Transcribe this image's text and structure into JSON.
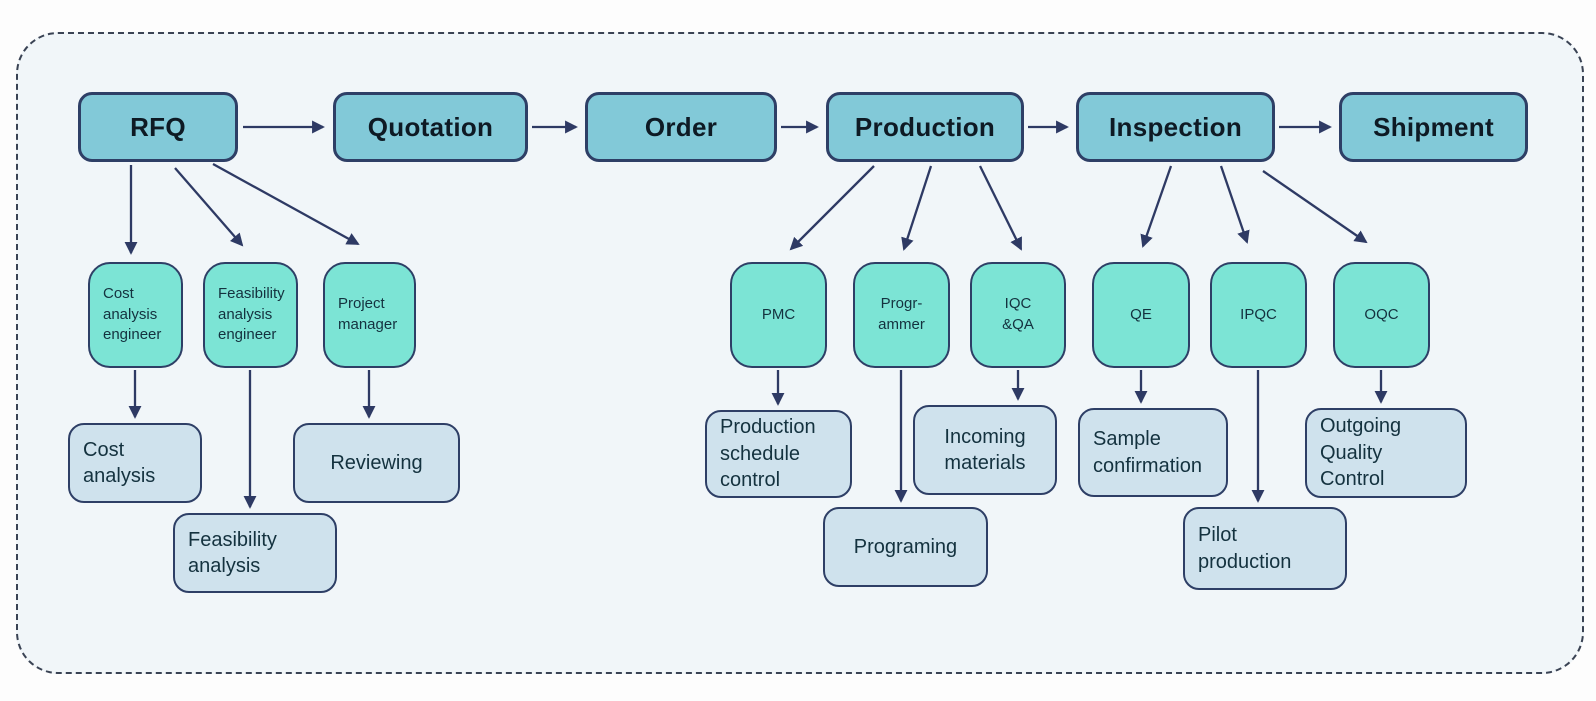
{
  "palette": {
    "page_background": "#fdfdfd",
    "background": "#f1f6f9",
    "dashed_border_color": "#3a4354",
    "stage_fill": "#82c9d8",
    "role_fill": "#7ce4d5",
    "task_fill": "#cfe2ed",
    "outline": "#2e3f66",
    "arrow": "#2e3a64",
    "stage_text": "#0e1a24",
    "node_text": "#14323f"
  },
  "stages": [
    {
      "id": "rfq",
      "label": "RFQ"
    },
    {
      "id": "quotation",
      "label": "Quotation"
    },
    {
      "id": "order",
      "label": "Order"
    },
    {
      "id": "production",
      "label": "Production"
    },
    {
      "id": "inspection",
      "label": "Inspection"
    },
    {
      "id": "shipment",
      "label": "Shipment"
    }
  ],
  "roles": [
    {
      "id": "cost-analysis-engineer",
      "label": "Cost\nanalysis\nengineer"
    },
    {
      "id": "feasibility-analysis-engineer",
      "label": "Feasibility\nanalysis\nengineer"
    },
    {
      "id": "project-manager",
      "label": "Project\nmanager"
    },
    {
      "id": "pmc",
      "label": "PMC"
    },
    {
      "id": "programmer",
      "label": "Progr-\nammer"
    },
    {
      "id": "iqc-qa",
      "label": "IQC\n&QA"
    },
    {
      "id": "qe",
      "label": "QE"
    },
    {
      "id": "ipqc",
      "label": "IPQC"
    },
    {
      "id": "oqc",
      "label": "OQC"
    }
  ],
  "tasks": [
    {
      "id": "cost-analysis",
      "label": "Cost\nanalysis"
    },
    {
      "id": "feasibility-analysis",
      "label": "Feasibility\nanalysis"
    },
    {
      "id": "reviewing",
      "label": "Reviewing"
    },
    {
      "id": "production-schedule-control",
      "label": "Production\nschedule\ncontrol"
    },
    {
      "id": "programing",
      "label": "Programing"
    },
    {
      "id": "incoming-materials",
      "label": "Incoming\nmaterials"
    },
    {
      "id": "sample-confirmation",
      "label": "Sample\nconfirmation"
    },
    {
      "id": "pilot-production",
      "label": "Pilot\nproduction"
    },
    {
      "id": "outgoing-quality-control",
      "label": "Outgoing\nQuality\nControl"
    }
  ],
  "edges": [
    {
      "from": "rfq",
      "to": "quotation"
    },
    {
      "from": "quotation",
      "to": "order"
    },
    {
      "from": "order",
      "to": "production"
    },
    {
      "from": "production",
      "to": "inspection"
    },
    {
      "from": "inspection",
      "to": "shipment"
    },
    {
      "from": "rfq",
      "to": "cost-analysis-engineer"
    },
    {
      "from": "rfq",
      "to": "feasibility-analysis-engineer"
    },
    {
      "from": "rfq",
      "to": "project-manager"
    },
    {
      "from": "production",
      "to": "pmc"
    },
    {
      "from": "production",
      "to": "programmer"
    },
    {
      "from": "production",
      "to": "iqc-qa"
    },
    {
      "from": "inspection",
      "to": "qe"
    },
    {
      "from": "inspection",
      "to": "ipqc"
    },
    {
      "from": "inspection",
      "to": "oqc"
    },
    {
      "from": "cost-analysis-engineer",
      "to": "cost-analysis"
    },
    {
      "from": "feasibility-analysis-engineer",
      "to": "feasibility-analysis"
    },
    {
      "from": "project-manager",
      "to": "reviewing"
    },
    {
      "from": "pmc",
      "to": "production-schedule-control"
    },
    {
      "from": "programmer",
      "to": "programing"
    },
    {
      "from": "iqc-qa",
      "to": "incoming-materials"
    },
    {
      "from": "qe",
      "to": "sample-confirmation"
    },
    {
      "from": "ipqc",
      "to": "pilot-production"
    },
    {
      "from": "oqc",
      "to": "outgoing-quality-control"
    }
  ]
}
